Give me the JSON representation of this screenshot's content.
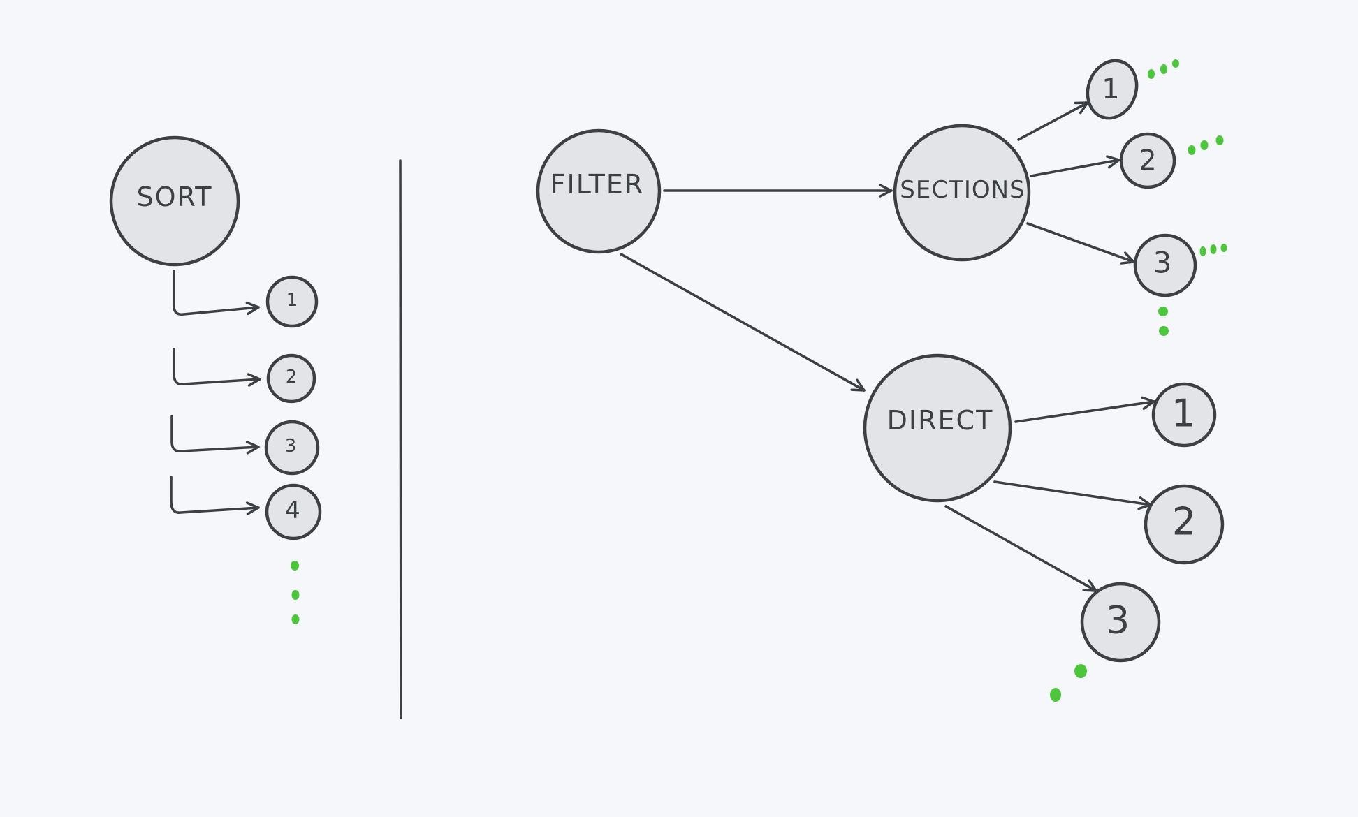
{
  "diagram": {
    "sort": {
      "label": "SORT",
      "children": [
        "1",
        "2",
        "3",
        "4"
      ]
    },
    "filter": {
      "label": "FILTER",
      "branches": [
        {
          "label": "SECTIONS",
          "children": [
            "1",
            "2",
            "3"
          ]
        },
        {
          "label": "DIRECT",
          "children": [
            "1",
            "2",
            "3"
          ]
        }
      ]
    },
    "continuation_color": "#4cc63a",
    "node_fill": "#e2e4e7",
    "stroke_color": "#3c4045"
  }
}
